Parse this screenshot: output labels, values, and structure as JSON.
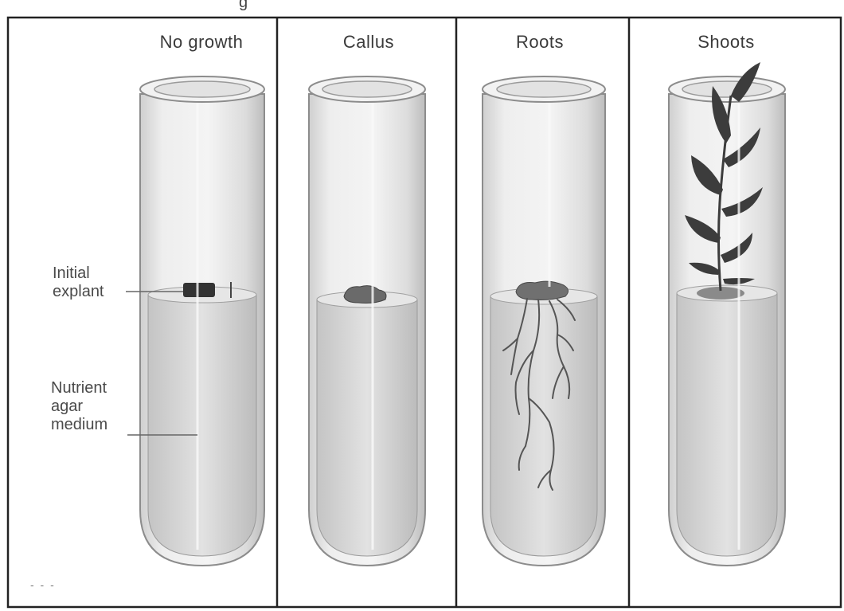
{
  "panels": [
    {
      "title": "No growth"
    },
    {
      "title": "Callus"
    },
    {
      "title": "Roots"
    },
    {
      "title": "Shoots"
    }
  ],
  "labels": {
    "explant": [
      "Initial",
      "explant"
    ],
    "medium": [
      "Nutrient",
      "agar",
      "medium"
    ]
  },
  "fragments": {
    "top_left": "",
    "top_mid": "g",
    "top_right": "",
    "bottom_dots": "- - -"
  },
  "colors": {
    "frame": "#222222",
    "tube_fill": "#e9e9e9",
    "tube_edge": "#8c8c8c",
    "agar": "#d6d6d6",
    "explant": "#333333",
    "leaf": "#3c3c3c"
  }
}
